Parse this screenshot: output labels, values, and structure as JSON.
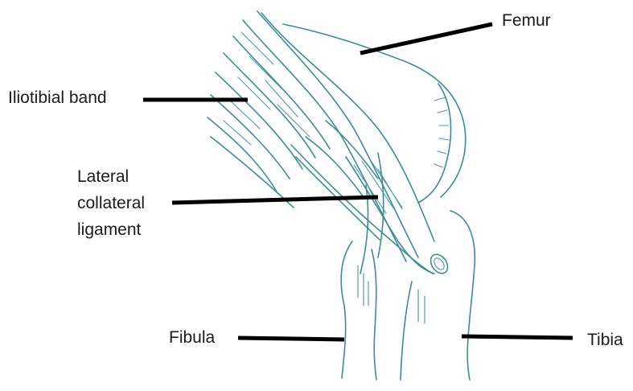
{
  "labels": {
    "femur": "Femur",
    "iliotibial_band": "Iliotibial band",
    "lateral_collateral_ligament": [
      "Lateral",
      "collateral",
      "ligament"
    ],
    "fibula": "Fibula",
    "tibia": "Tibia"
  },
  "colors": {
    "outline": "#3b8b99",
    "leader": "#000000",
    "text": "#1a1a1a",
    "background": "#ffffff"
  }
}
